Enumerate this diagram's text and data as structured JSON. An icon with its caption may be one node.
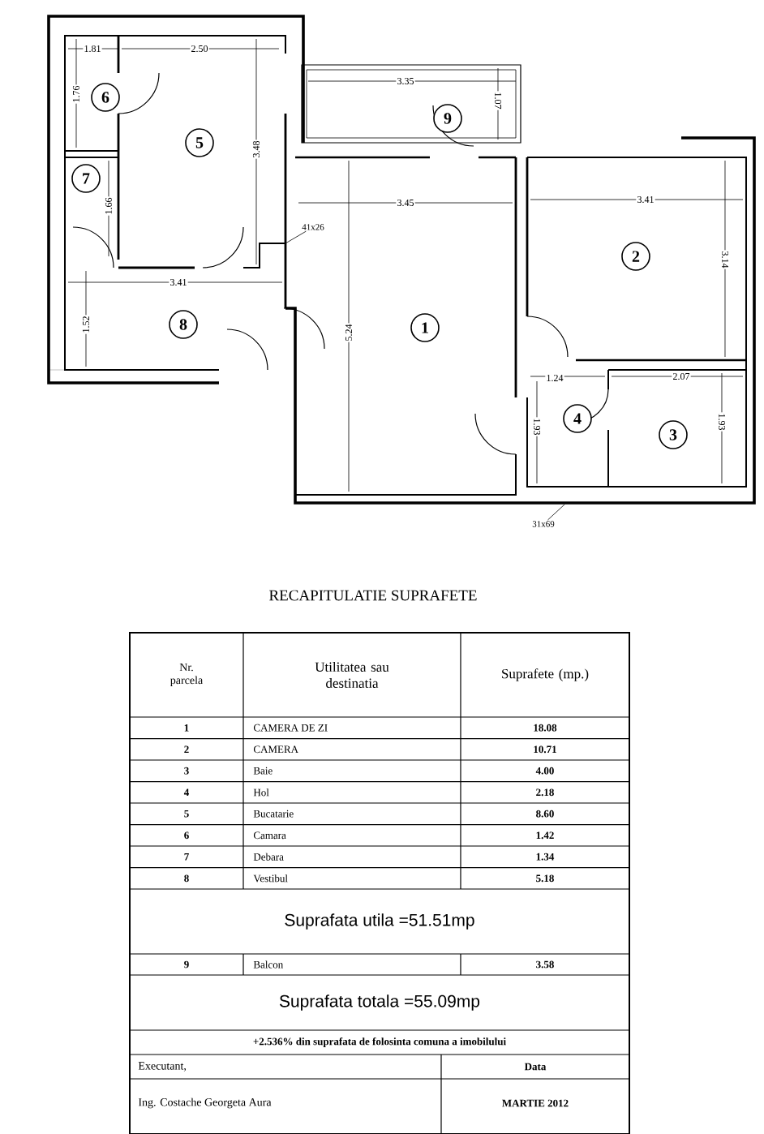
{
  "diagram": {
    "title": "RECAPITULATIE SUPRAFETE",
    "nodes": [
      {
        "text": [
          "1"
        ]
      },
      {
        "text": [
          "2"
        ]
      },
      {
        "text": [
          "3"
        ]
      },
      {
        "text": [
          "4"
        ]
      },
      {
        "text": [
          "5"
        ]
      },
      {
        "text": [
          "6"
        ]
      },
      {
        "text": [
          "7"
        ]
      },
      {
        "text": [
          "8"
        ]
      },
      {
        "text": [
          "9"
        ]
      },
      {
        "text": [
          "41x26"
        ]
      },
      {
        "text": [
          "31x69"
        ]
      }
    ],
    "edges": [
      {
        "from": 9,
        "to": null,
        "arrow": "none"
      },
      {
        "from": 10,
        "to": null,
        "arrow": "none"
      }
    ],
    "labels": [
      "1.81",
      "2.50",
      "1.76",
      "3.48",
      "3.35",
      "1.07",
      "1.66",
      "3.45",
      "3.41",
      "3.14",
      "3.41",
      "1.52",
      "5.24",
      "1.24",
      "2.07",
      "1.93",
      "1.93",
      "Nr. parcela",
      "Utilitatea sau destinatia",
      "Suprafete (mp.)",
      "1",
      "CAMERA DE ZI",
      "18.08",
      "2",
      "CAMERA",
      "10.71",
      "3",
      "Baie",
      "4.00",
      "4",
      "Hol",
      "2.18",
      "5",
      "Bucatarie",
      "8.60",
      "6",
      "Camara",
      "1.42",
      "7",
      "Debara",
      "1.34",
      "8",
      "Vestibul",
      "5.18",
      "Suprafata utila =51.51mp",
      "9",
      "Balcon",
      "3.58",
      "Suprafata totala =55.09mp",
      "+2.536% din suprafata de folosinta comuna a imobilului",
      "Executant,",
      "Data",
      "Ing. Costache Georgeta Aura",
      "MARTIE 2012"
    ]
  }
}
